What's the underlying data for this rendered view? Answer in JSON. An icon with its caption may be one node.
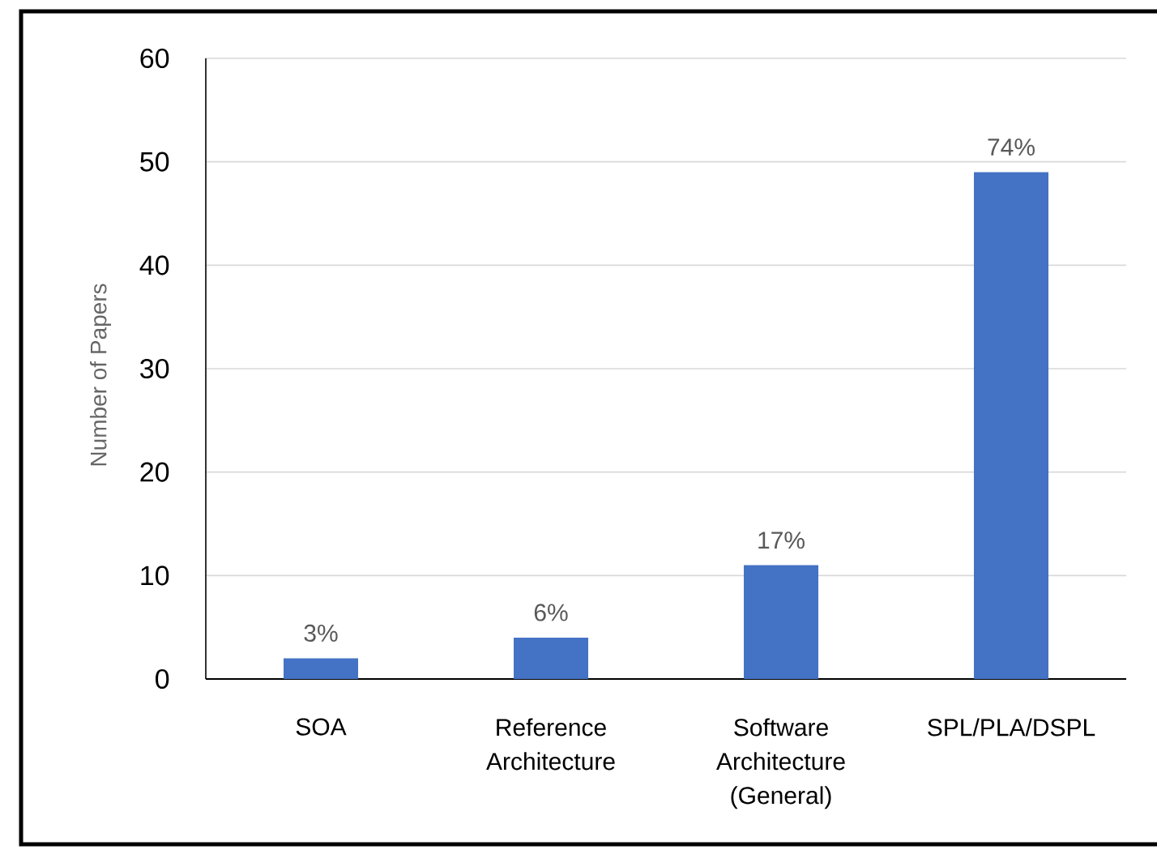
{
  "diagram": {
    "chart_data": {
      "type": "bar",
      "ylabel": "Number of Papers",
      "categories": [
        "SOA",
        "Reference Architecture",
        "Software Architecture (General)",
        "SPL/PLA/DSPL"
      ],
      "series": [
        {
          "color": "#4472c4",
          "values": [
            2,
            4,
            11,
            49
          ]
        }
      ],
      "value_labels": [
        "3%",
        "6%",
        "17%",
        "74%"
      ],
      "ylim": [
        0,
        60
      ],
      "grid": true,
      "yticks": [
        0,
        10,
        20,
        30,
        40,
        50,
        60
      ]
    }
  }
}
